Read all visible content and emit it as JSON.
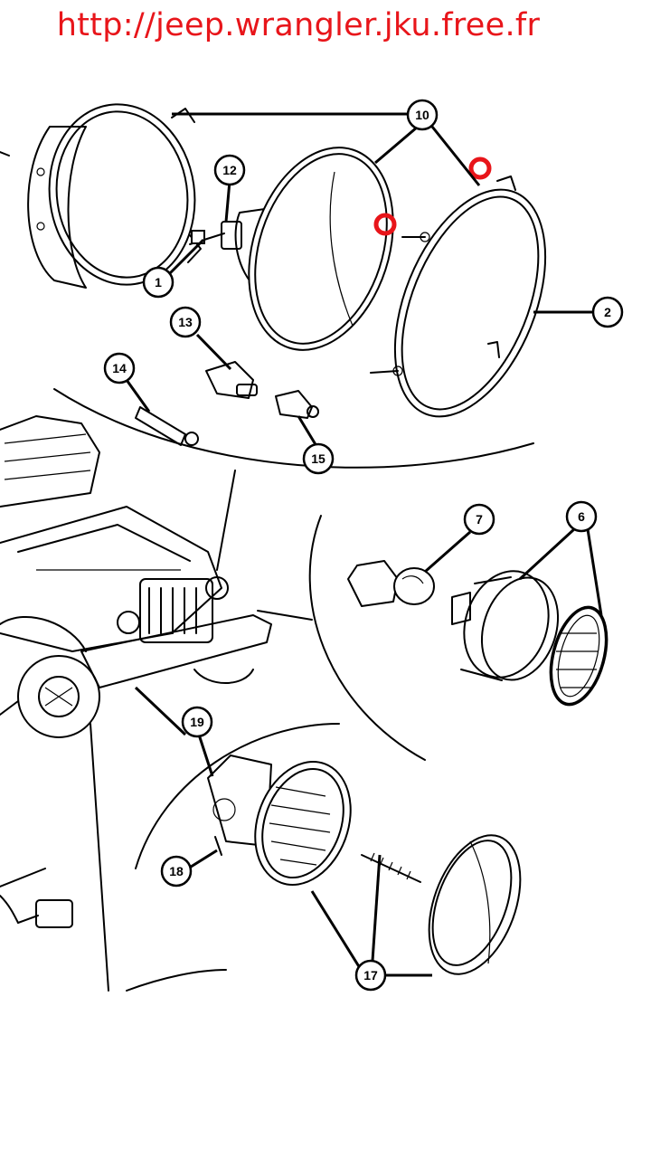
{
  "header": {
    "url": "http://jeep.wrangler.jku.free.fr"
  },
  "callouts": [
    {
      "id": "c10",
      "label": "10"
    },
    {
      "id": "c12",
      "label": "12"
    },
    {
      "id": "c1",
      "label": "1"
    },
    {
      "id": "c2",
      "label": "2"
    },
    {
      "id": "c13",
      "label": "13"
    },
    {
      "id": "c14",
      "label": "14"
    },
    {
      "id": "c15",
      "label": "15"
    },
    {
      "id": "c7",
      "label": "7"
    },
    {
      "id": "c6",
      "label": "6"
    },
    {
      "id": "c19",
      "label": "19"
    },
    {
      "id": "c18",
      "label": "18"
    },
    {
      "id": "c17",
      "label": "17"
    }
  ],
  "colors": {
    "url_text": "#e8151a",
    "markers": "#e8151a",
    "line_art": "#000000"
  }
}
